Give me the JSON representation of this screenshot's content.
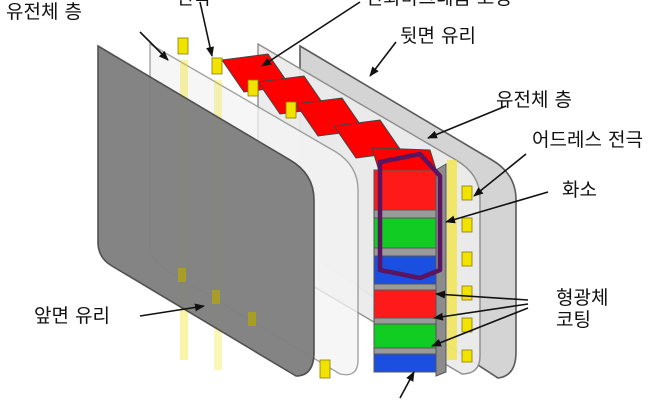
{
  "labels": {
    "dielectric_front": "유전체 층",
    "electrode_top": "전극",
    "mgo_coating": "산화마그네슘 코팅",
    "rear_glass": "뒷면 유리",
    "dielectric_rear": "유전체 층",
    "address_electrode": "어드레스 전극",
    "pixel": "화소",
    "front_glass": "앞면 유리",
    "phosphor_line1": "형광체",
    "phosphor_line2": "코팅"
  },
  "colors": {
    "front_glass": "#808080",
    "rear_glass": "#d4d4d4",
    "dielectric_layer": "#ececec",
    "electrode": "#f2e200",
    "red_phosphor": "#ff0000",
    "green_phosphor": "#11cc22",
    "blue_phosphor": "#1a4fe0",
    "rib_gray": "#9a9a9a",
    "pixel_outline": "#5a1460"
  }
}
